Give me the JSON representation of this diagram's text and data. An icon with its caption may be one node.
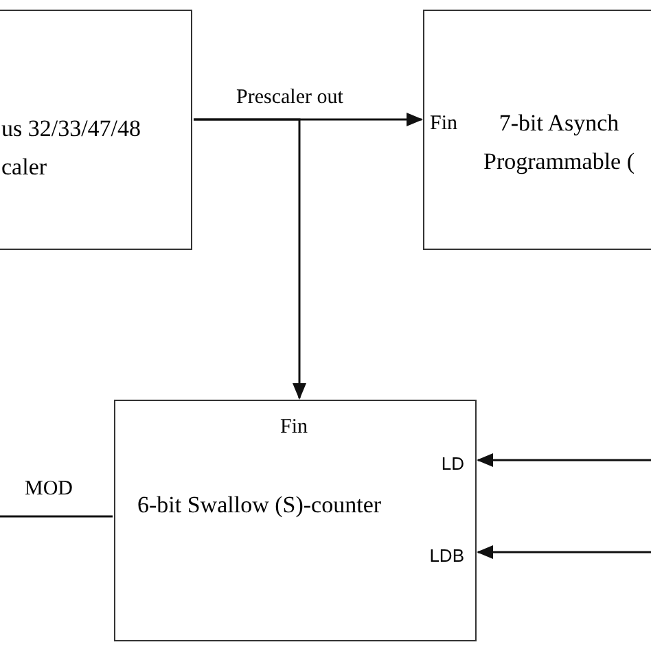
{
  "diagram": {
    "nodes": [
      {
        "text": [
          "us 32/33/47/48 caler"
        ]
      },
      {
        "text": [
          "Fin",
          "7-bit Asynch Programmable ("
        ]
      },
      {
        "text": [
          "Fin",
          "6-bit Swallow (S)-counter",
          "LD",
          "LDB"
        ]
      }
    ],
    "edges": [
      {
        "from": 0,
        "to": 1,
        "arrow": "to",
        "label": "Prescaler out"
      },
      {
        "from": 0,
        "to": 2,
        "arrow": "to"
      },
      {
        "from": null,
        "to": 2,
        "arrow": "none",
        "label": "MOD"
      },
      {
        "from": null,
        "to": 2,
        "arrow": "to"
      },
      {
        "from": null,
        "to": 2,
        "arrow": "to"
      }
    ]
  }
}
